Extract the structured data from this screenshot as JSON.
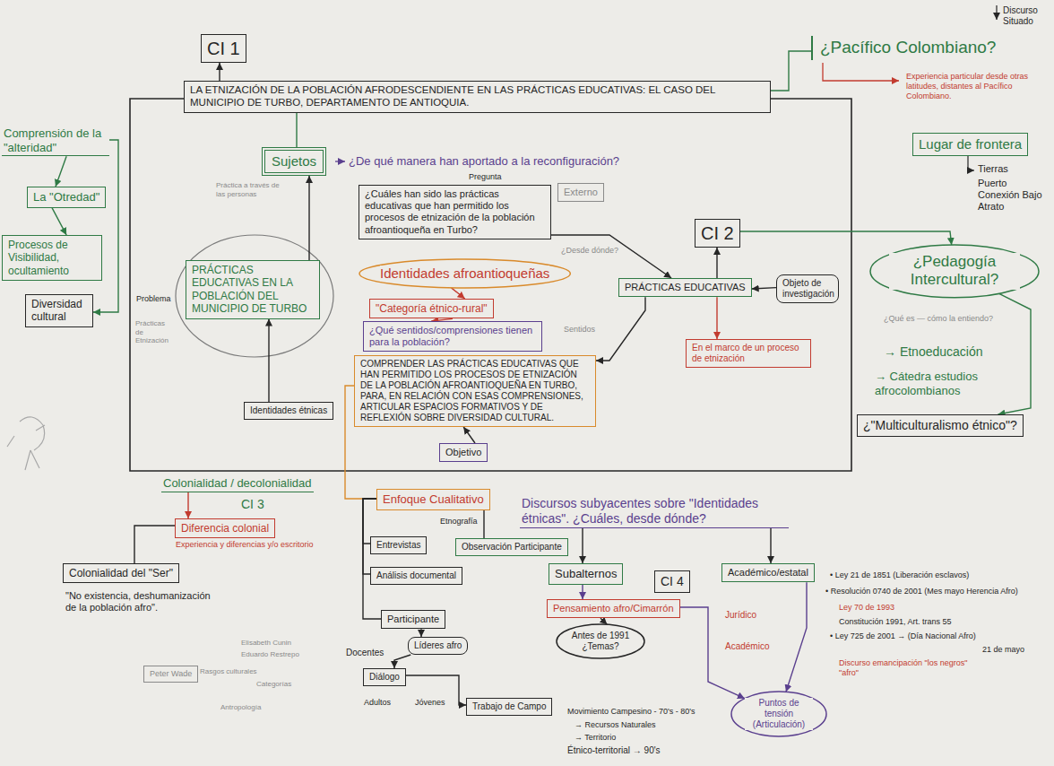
{
  "diagram": {
    "nodes": [
      {
        "text": [
          "CI 1"
        ]
      },
      {
        "text": [
          "LA ETNIZACIÓN DE LA POBLACIÓN AFRODESCENDIENTE EN LAS PRÁCTICAS EDUCATIVAS: EL CASO DEL MUNICIPIO DE TURBO, DEPARTAMENTO DE ANTIOQUIA."
        ]
      },
      {
        "text": [
          "¿Pacífico Colombiano?"
        ]
      },
      {
        "text": [
          "Lugar de frontera"
        ]
      },
      {
        "text": [
          "Comprensión de la \"alteridad\""
        ]
      },
      {
        "text": [
          "La \"Otredad\""
        ]
      },
      {
        "text": [
          "Procesos de Visibilidad, ocultamiento"
        ]
      },
      {
        "text": [
          "Diversidad cultural"
        ]
      },
      {
        "text": [
          "Sujetos"
        ]
      },
      {
        "text": [
          "¿Cuáles han sido las prácticas educativas que han permitido los procesos de etnización de la población afroantioqueña en Turbo?"
        ]
      },
      {
        "text": [
          "Externo"
        ]
      },
      {
        "text": [
          "PRÁCTICAS EDUCATIVAS EN LA POBLACIÓN DEL MUNICIPIO DE TURBO"
        ]
      },
      {
        "text": [
          "Identidades afroantioqueñas"
        ]
      },
      {
        "text": [
          "\"Categoría étnico-rural\""
        ]
      },
      {
        "text": [
          "¿Qué sentidos/comprensiones tienen para la población?"
        ]
      },
      {
        "text": [
          "COMPRENDER LAS PRÁCTICAS EDUCATIVAS QUE HAN PERMITIDO LOS PROCESOS DE ETNIZACIÓN DE LA POBLACIÓN AFROANTIOQUEÑA EN TURBO, PARA, EN RELACIÓN CON ESAS COMPRENSIONES, ARTICULAR ESPACIOS FORMATIVOS Y DE REFLEXIÓN SOBRE DIVERSIDAD CULTURAL."
        ]
      },
      {
        "text": [
          "Objetivo"
        ]
      },
      {
        "text": [
          "Identidades étnicas"
        ]
      },
      {
        "text": [
          "CI 2"
        ]
      },
      {
        "text": [
          "PRÁCTICAS EDUCATIVAS"
        ]
      },
      {
        "text": [
          "Objeto de investigación"
        ]
      },
      {
        "text": [
          "En el marco de un proceso de etnización"
        ]
      },
      {
        "text": [
          "¿Pedagogía Intercultural?"
        ]
      },
      {
        "text": [
          "¿\"Multiculturalismo étnico\"?"
        ]
      },
      {
        "text": [
          "Colonialidad / decolonialidad"
        ]
      },
      {
        "text": [
          "Diferencia colonial"
        ]
      },
      {
        "text": [
          "Colonialidad del \"Ser\""
        ]
      },
      {
        "text": [
          "Enfoque Cualitativo"
        ]
      },
      {
        "text": [
          "Entrevistas"
        ]
      },
      {
        "text": [
          "Observación Participante"
        ]
      },
      {
        "text": [
          "Análisis documental"
        ]
      },
      {
        "text": [
          "Participante"
        ]
      },
      {
        "text": [
          "Líderes afro"
        ]
      },
      {
        "text": [
          "Diálogo"
        ]
      },
      {
        "text": [
          "Trabajo de Campo"
        ]
      },
      {
        "text": [
          "Discursos subyacentes sobre \"Identidades étnicas\". ¿Cuáles, desde dónde?"
        ]
      },
      {
        "text": [
          "Subalternos"
        ]
      },
      {
        "text": [
          "CI 4"
        ]
      },
      {
        "text": [
          "Académico/estatal"
        ]
      },
      {
        "text": [
          "Pensamiento afro/Cimarrón"
        ]
      },
      {
        "text": [
          "Antes de 1991 ¿Temas?"
        ]
      },
      {
        "text": [
          "Puntos de tensión (Articulación)"
        ]
      },
      {
        "text": [
          "Peter Wade"
        ]
      }
    ],
    "edges": [
      {
        "from": 1,
        "to": 0,
        "arrow": "to"
      },
      {
        "from": 1,
        "to": 2,
        "arrow": "none"
      },
      {
        "from": 4,
        "to": 5,
        "arrow": "to"
      },
      {
        "from": 5,
        "to": 6,
        "arrow": "to"
      },
      {
        "from": 4,
        "to": 7,
        "arrow": "to"
      },
      {
        "from": 8,
        "to": 1,
        "arrow": "none"
      },
      {
        "from": 9,
        "to": 19,
        "arrow": "to"
      },
      {
        "from": 19,
        "to": 18,
        "arrow": "to"
      },
      {
        "from": 19,
        "to": 21,
        "arrow": "to"
      },
      {
        "from": 19,
        "to": 15,
        "arrow": "to"
      },
      {
        "from": 20,
        "to": 19,
        "arrow": "to"
      },
      {
        "from": 12,
        "to": 13,
        "arrow": "to"
      },
      {
        "from": 13,
        "to": 14,
        "arrow": "to"
      },
      {
        "from": 16,
        "to": 15,
        "arrow": "to"
      },
      {
        "from": 17,
        "to": 11,
        "arrow": "to"
      },
      {
        "from": 11,
        "to": 8,
        "arrow": "to"
      },
      {
        "from": 18,
        "to": 22,
        "arrow": "to"
      },
      {
        "from": 22,
        "to": 23,
        "arrow": "to"
      },
      {
        "from": 24,
        "to": 25,
        "arrow": "to"
      },
      {
        "from": 25,
        "to": 26,
        "arrow": "none"
      },
      {
        "from": 15,
        "to": 27,
        "arrow": "none"
      },
      {
        "from": 27,
        "to": 28,
        "arrow": "none"
      },
      {
        "from": 27,
        "to": 29,
        "arrow": "none"
      },
      {
        "from": 27,
        "to": 30,
        "arrow": "none"
      },
      {
        "from": 27,
        "to": 31,
        "arrow": "none"
      },
      {
        "from": 31,
        "to": 32,
        "arrow": "to"
      },
      {
        "from": 32,
        "to": 33,
        "arrow": "to"
      },
      {
        "from": 33,
        "to": 34,
        "arrow": "to"
      },
      {
        "from": 35,
        "to": 36,
        "arrow": "to"
      },
      {
        "from": 35,
        "to": 38,
        "arrow": "to"
      },
      {
        "from": 36,
        "to": 39,
        "arrow": "to"
      },
      {
        "from": 39,
        "to": 40,
        "arrow": "to"
      },
      {
        "from": 39,
        "to": 41,
        "arrow": "to"
      },
      {
        "from": 38,
        "to": 41,
        "arrow": "to"
      }
    ],
    "labels": [
      "Discurso Situado",
      "Experiencia particular desde otras latitudes, distantes al Pacífico Colombiano.",
      "Tierras",
      "Puerto Conexión Bajo Atrato",
      "¿De qué manera han aportado a la reconfiguración?",
      "Práctica a través de las personas",
      "Pregunta",
      "¿Desde dónde?",
      "Problema",
      "Prácticas de Etnización",
      "Sentidos",
      "¿Qué es — cómo la entiendo?",
      "→ Etnoeducación",
      "→ Cátedra estudios afrocolombianos",
      "CI 3",
      "Experiencia y diferencias y/o escritorio",
      "\"No existencia, deshumanización de la población afro\".",
      "Etnografía",
      "Docentes",
      "Adultos",
      "Jóvenes",
      "Movimiento Campesino - 70's - 80's",
      "→ Recursos Naturales",
      "→ Territorio",
      "Étnico-territorial → 90's",
      "Jurídico",
      "Académico",
      "• Ley 21 de 1851 (Liberación esclavos)",
      "• Resolución 0740 de 2001 (Mes mayo Herencia Afro)",
      "Ley 70 de 1993",
      "Constitución 1991, Art. trans 55",
      "• Ley 725 de 2001 → (Día Nacional Afro)",
      "21 de mayo",
      "Discurso emancipación \"los negros\" \"afro\"",
      "Rasgos culturales",
      "Elisabeth Cunin",
      "Eduardo Restrepo",
      "Categorías",
      "Antropología"
    ]
  }
}
